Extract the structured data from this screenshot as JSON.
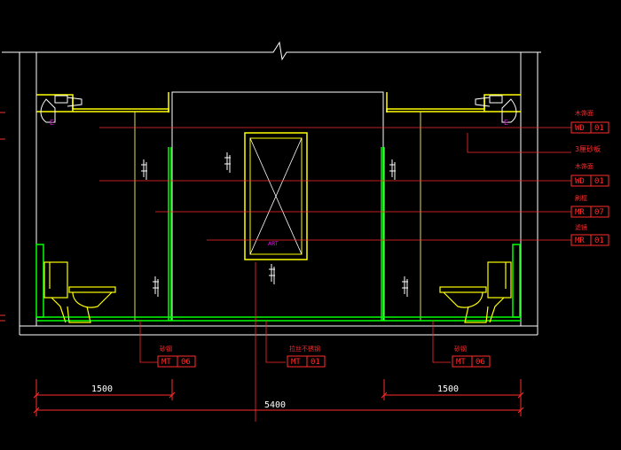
{
  "colors": {
    "background": "#000000",
    "wall": "#ffffff",
    "ceiling": "#ffff00",
    "leader": "#ff2b2b",
    "partition": "#00ff00",
    "fixture": "#ffff00",
    "art": "#ff00ff"
  },
  "labels": {
    "wood_1": "木饰面",
    "glass_3": "3厘砂板",
    "wood_2": "木饰面",
    "mirror_frame": "刷框",
    "mirror": "滤镜",
    "steel_left": "砂钢",
    "steel_center": "拉丝不锈钢",
    "steel_right": "砂钢",
    "art": "ART",
    "e_left": "E",
    "e_right": "E"
  },
  "tags": {
    "wd01a": {
      "code": "WD",
      "num": "01"
    },
    "wd01b": {
      "code": "WD",
      "num": "01"
    },
    "mr07": {
      "code": "MR",
      "num": "07"
    },
    "mr01": {
      "code": "MR",
      "num": "01"
    },
    "mt06a": {
      "code": "MT",
      "num": "06"
    },
    "mt01": {
      "code": "MT",
      "num": "01"
    },
    "mt06b": {
      "code": "MT",
      "num": "06"
    }
  },
  "dimensions": {
    "left": "1500",
    "right": "1500",
    "total": "5400"
  }
}
